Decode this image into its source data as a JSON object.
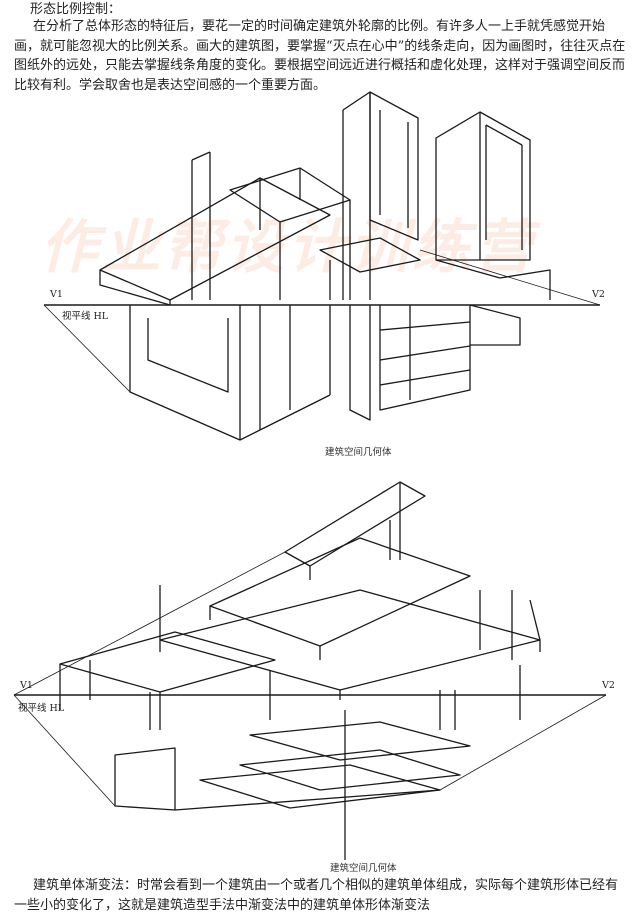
{
  "heading": "形态比例控制：",
  "intro": "在分析了总体形态的特征后，要花一定的时间确定建筑外轮廓的比例。有许多人一上手就凭感觉开始画，就可能忽视大的比例关系。画大的建筑图，要掌握“灭点在心中”的线条走向，因为画图时，往往灭点在图纸外的远处，只能去掌握线条角度的变化。要根据空间远近进行概括和虚化处理，这样对于强调空间反而比较有利。学会取舍也是表达空间感的一个重要方面。",
  "figure1": {
    "v1": "V1",
    "v2": "V2",
    "horizon": "视平线 HL",
    "caption": "建筑空间几何体",
    "watermark": "作业帮设计训练营"
  },
  "figure2": {
    "v1": "V1",
    "v2": "V2",
    "horizon": "视平线 HL",
    "caption": "建筑空间几何体"
  },
  "outro": "建筑单体渐变法：时常会看到一个建筑由一个或者几个相似的建筑单体组成，实际每个建筑形体已经有一些小的变化了，这就是建筑造型手法中渐变法中的建筑单体形体渐变法",
  "icons": {
    "figure1": "architecture-sketch-icon",
    "figure2": "architecture-sketch-icon"
  }
}
